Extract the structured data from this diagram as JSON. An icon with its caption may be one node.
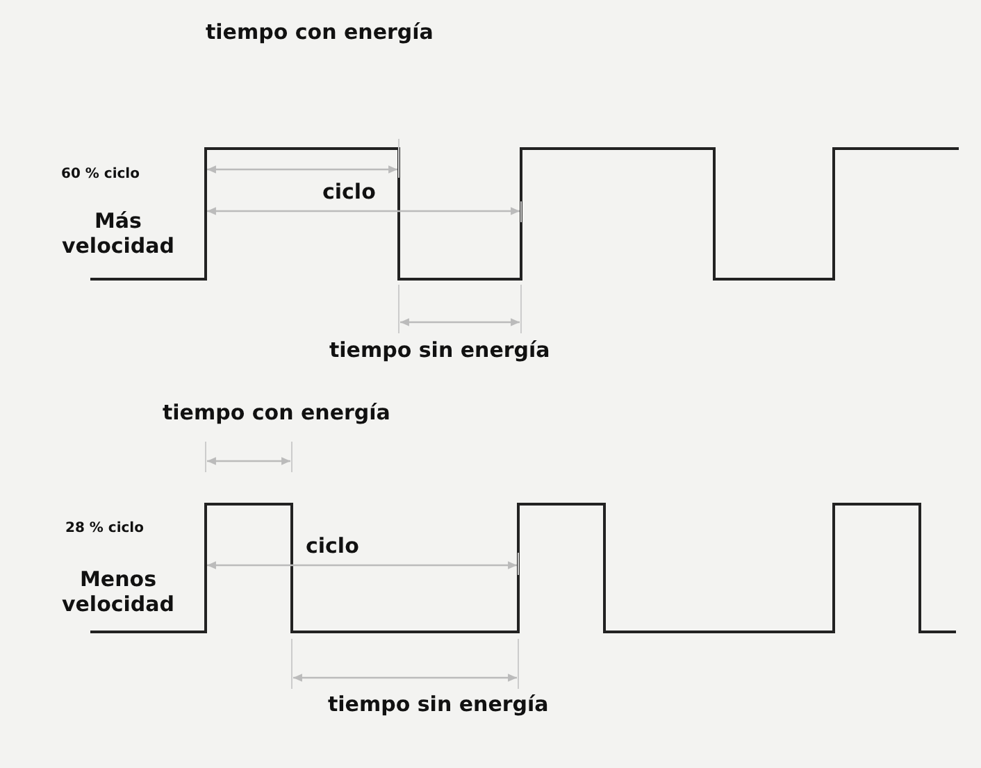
{
  "diagram": {
    "labels": [
      "tiempo con energía",
      "60 % ciclo",
      "ciclo",
      "Más velocidad",
      "tiempo sin energía",
      "tiempo con energía",
      "28 % ciclo",
      "ciclo",
      "Menos velocidad",
      "tiempo sin energía"
    ]
  }
}
